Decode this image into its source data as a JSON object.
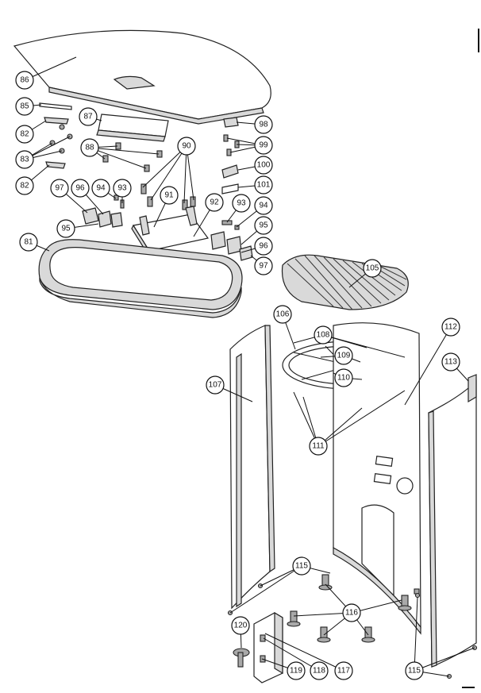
{
  "callouts": [
    {
      "label": "86"
    },
    {
      "label": "85"
    },
    {
      "label": "87"
    },
    {
      "label": "82"
    },
    {
      "label": "83"
    },
    {
      "label": "82"
    },
    {
      "label": "88"
    },
    {
      "label": "90"
    },
    {
      "label": "98"
    },
    {
      "label": "99"
    },
    {
      "label": "100"
    },
    {
      "label": "101"
    },
    {
      "label": "97"
    },
    {
      "label": "96"
    },
    {
      "label": "94"
    },
    {
      "label": "93"
    },
    {
      "label": "91"
    },
    {
      "label": "92"
    },
    {
      "label": "93"
    },
    {
      "label": "94"
    },
    {
      "label": "95"
    },
    {
      "label": "95"
    },
    {
      "label": "96"
    },
    {
      "label": "97"
    },
    {
      "label": "81"
    },
    {
      "label": "105"
    },
    {
      "label": "106"
    },
    {
      "label": "108"
    },
    {
      "label": "109"
    },
    {
      "label": "110"
    },
    {
      "label": "112"
    },
    {
      "label": "113"
    },
    {
      "label": "107"
    },
    {
      "label": "111"
    },
    {
      "label": "115"
    },
    {
      "label": "116"
    },
    {
      "label": "120"
    },
    {
      "label": "119"
    },
    {
      "label": "118"
    },
    {
      "label": "117"
    },
    {
      "label": "115"
    }
  ]
}
